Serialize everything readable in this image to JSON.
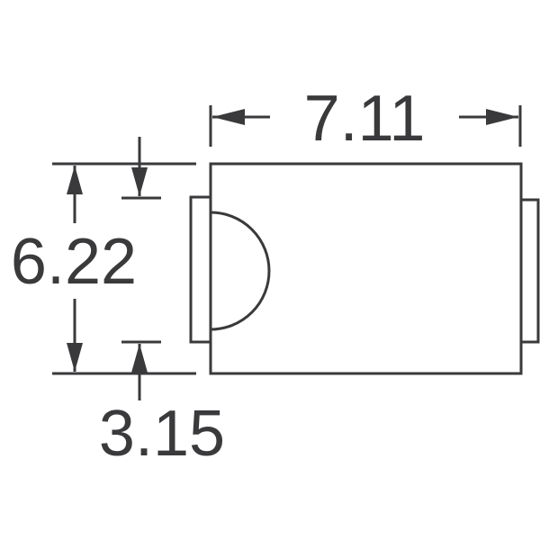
{
  "diagram": {
    "width_label": "7.11",
    "height_label": "6.22",
    "pad_label": "3.15",
    "line_color": "#3a3a3c"
  }
}
